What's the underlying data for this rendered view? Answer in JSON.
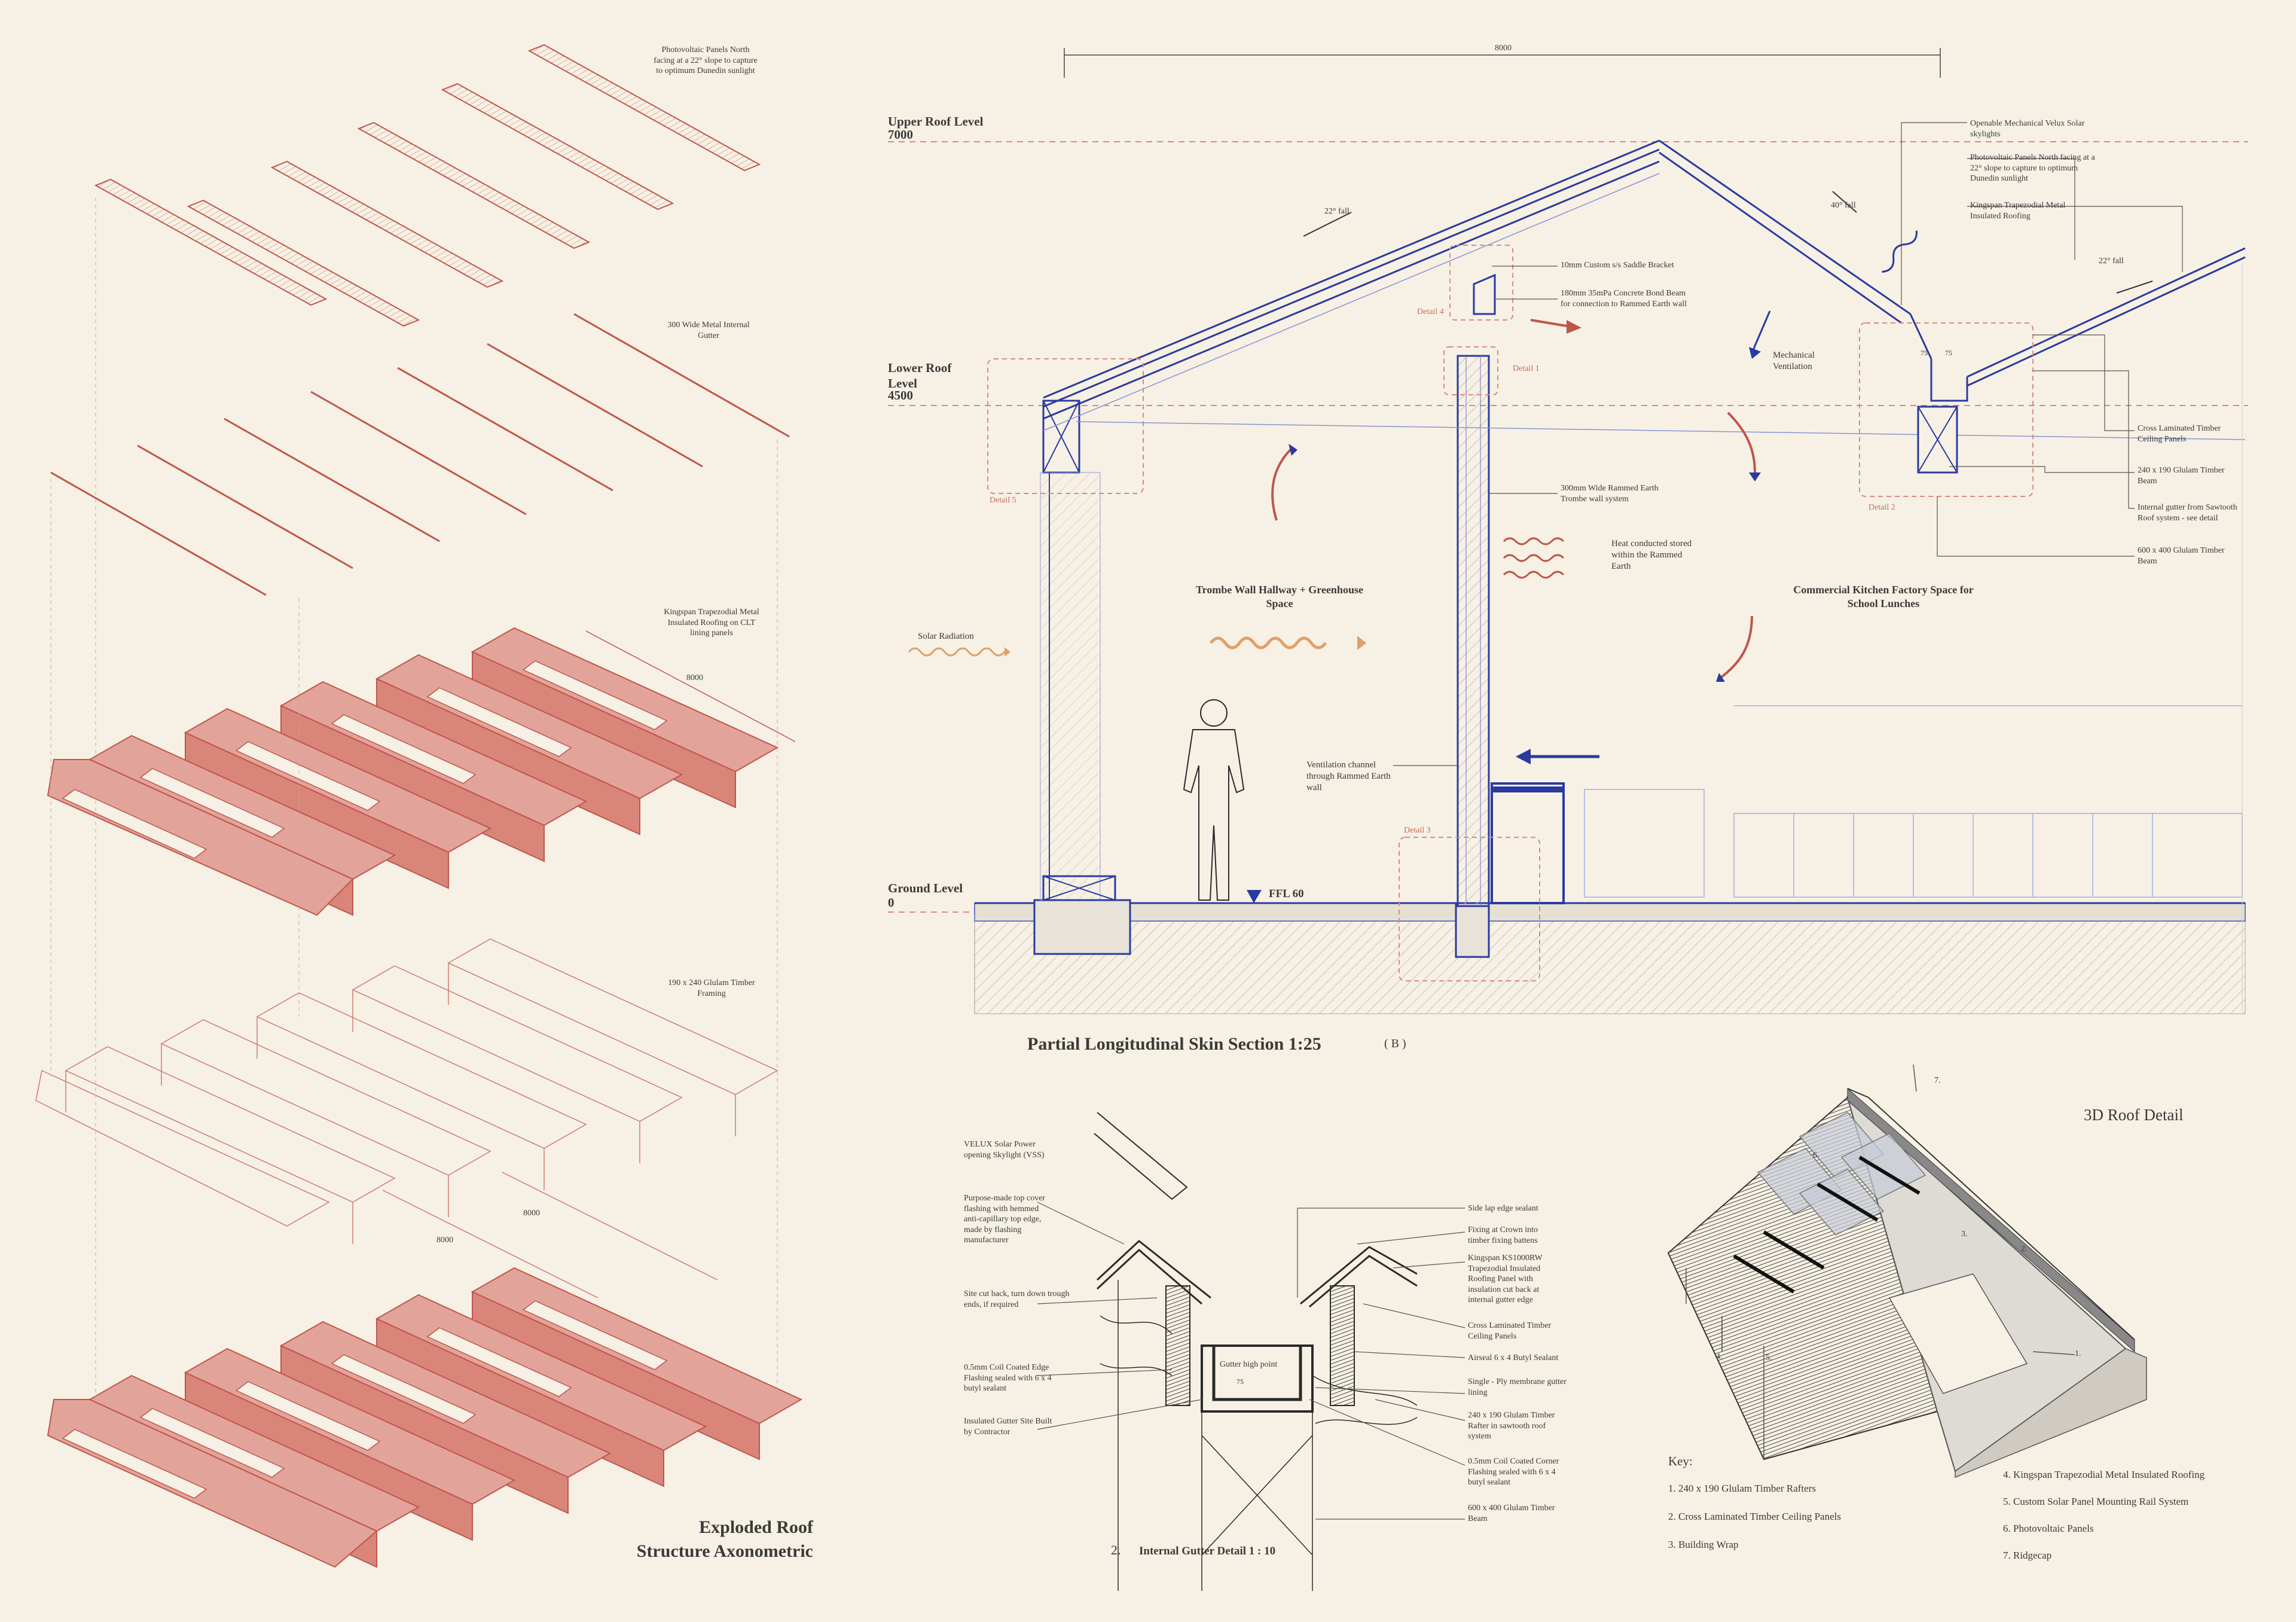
{
  "exploded": {
    "pv_label": "Photovoltaic Panels North facing at a 22° slope to capture to optimum Dunedin sunlight",
    "gutter_label": "300 Wide Metal Internal Gutter",
    "kingspan_label": "Kingspan Trapezodial Metal Insulated Roofing on CLT lining panels",
    "glulam_label": "190 x 240 Glulam Timber Framing",
    "dim_8000": "8000",
    "title_line1": "Exploded Roof",
    "title_line2": "Structure Axonometric"
  },
  "section": {
    "top_dim": "8000",
    "upper_roof": "Upper Roof Level",
    "upper_roof_val": "7000",
    "lower_roof": "Lower Roof Level",
    "lower_roof_val": "4500",
    "ground": "Ground Level",
    "ground_val": "0",
    "fall_22_left": "22° fall",
    "fall_40": "40° fall",
    "fall_22_right": "22° fall",
    "saddle": "10mm Custom s/s Saddle Bracket",
    "bond_beam": "180mm 35mPa Concrete Bond Beam for connection to Rammed Earth wall",
    "detail1": "Detail 1",
    "detail2": "Detail 2",
    "detail3": "Detail 3",
    "detail4": "Detail 4",
    "detail5": "Detail 5",
    "mech_vent": "Mechanical Ventilation",
    "velux": "Openable Mechanical Velux Solar skylights",
    "pv_north": "Photovoltaic Panels North facing at a 22° slope to capture to optimum Dunedin sunlight",
    "kingspan": "Kingspan Trapezodial Metal Insulated Roofing",
    "clt": "Cross Laminated Timber Ceiling Panels",
    "glulam_240": "240 x 190 Glulam Timber Beam",
    "internal_gutter": "Internal gutter from Sawtooth Roof system - see detail",
    "glulam_600": "600 x 400 Glulam Timber Beam",
    "rammed_earth": "300mm Wide Rammed Earth Trombe wall system",
    "heat": "Heat conducted stored within the Rammed Earth",
    "trombe": "Trombe Wall Hallway + Greenhouse Space",
    "kitchen": "Commercial Kitchen Factory Space for School Lunches",
    "solar": "Solar Radiation",
    "vent_channel": "Ventilation channel through Rammed Earth wall",
    "ffl": "FFL 60",
    "dim_75a": "75",
    "dim_75b": "75",
    "title": "Partial Longitudinal Skin Section 1:25",
    "title_tag": "( B )"
  },
  "gutter_detail": {
    "number": "2.",
    "title": "Internal Gutter Detail 1 : 10",
    "vss": "VELUX Solar Power opening Skylight (VSS)",
    "cover": "Purpose-made top cover flashing with hemmed anti-capillary top edge, made by flashing manufacturer",
    "cutback": "Site cut back, turn down trough ends, if required",
    "coil_edge": "0.5mm Coil Coated Edge Flashing sealed with 6 x 4 butyl sealant",
    "insulated": "Insulated Gutter Site Built by Contractor",
    "side_lap": "Side lap edge sealant",
    "fixing": "Fixing at Crown into timber fixing battens",
    "ks1000": "Kingspan KS1000RW Trapezodial Insulated Roofing Panel with insulation cut back at internal gutter edge",
    "clt": "Cross Laminated Timber Ceiling Panels",
    "airseal": "Airseal 6 x 4 Butyl Sealant",
    "single_ply": "Single - Ply membrane gutter lining",
    "rafter": "240 x 190 Glulam Timber Rafter in sawtooth roof system",
    "coil_corner": "0.5mm Coil Coated Corner Flashing sealed with 6 x 4 butyl sealant",
    "beam": "600 x 400 Glulam Timber Beam",
    "high_point": "Gutter high point",
    "dim_75": "75"
  },
  "roof3d": {
    "title": "3D Roof Detail",
    "key_title": "Key:",
    "key_left": [
      "1. 240 x 190 Glulam Timber Rafters",
      "2. Cross Laminated Timber Ceiling Panels",
      "3. Building Wrap"
    ],
    "key_right": [
      "4. Kingspan Trapezodial Metal Insulated Roofing",
      "5. Custom Solar Panel Mounting Rail System",
      "6. Photovoltaic Panels",
      "7. Ridgecap"
    ],
    "tags": [
      "1.",
      "2.",
      "3.",
      "4.",
      "5.",
      "6.",
      "7."
    ]
  }
}
